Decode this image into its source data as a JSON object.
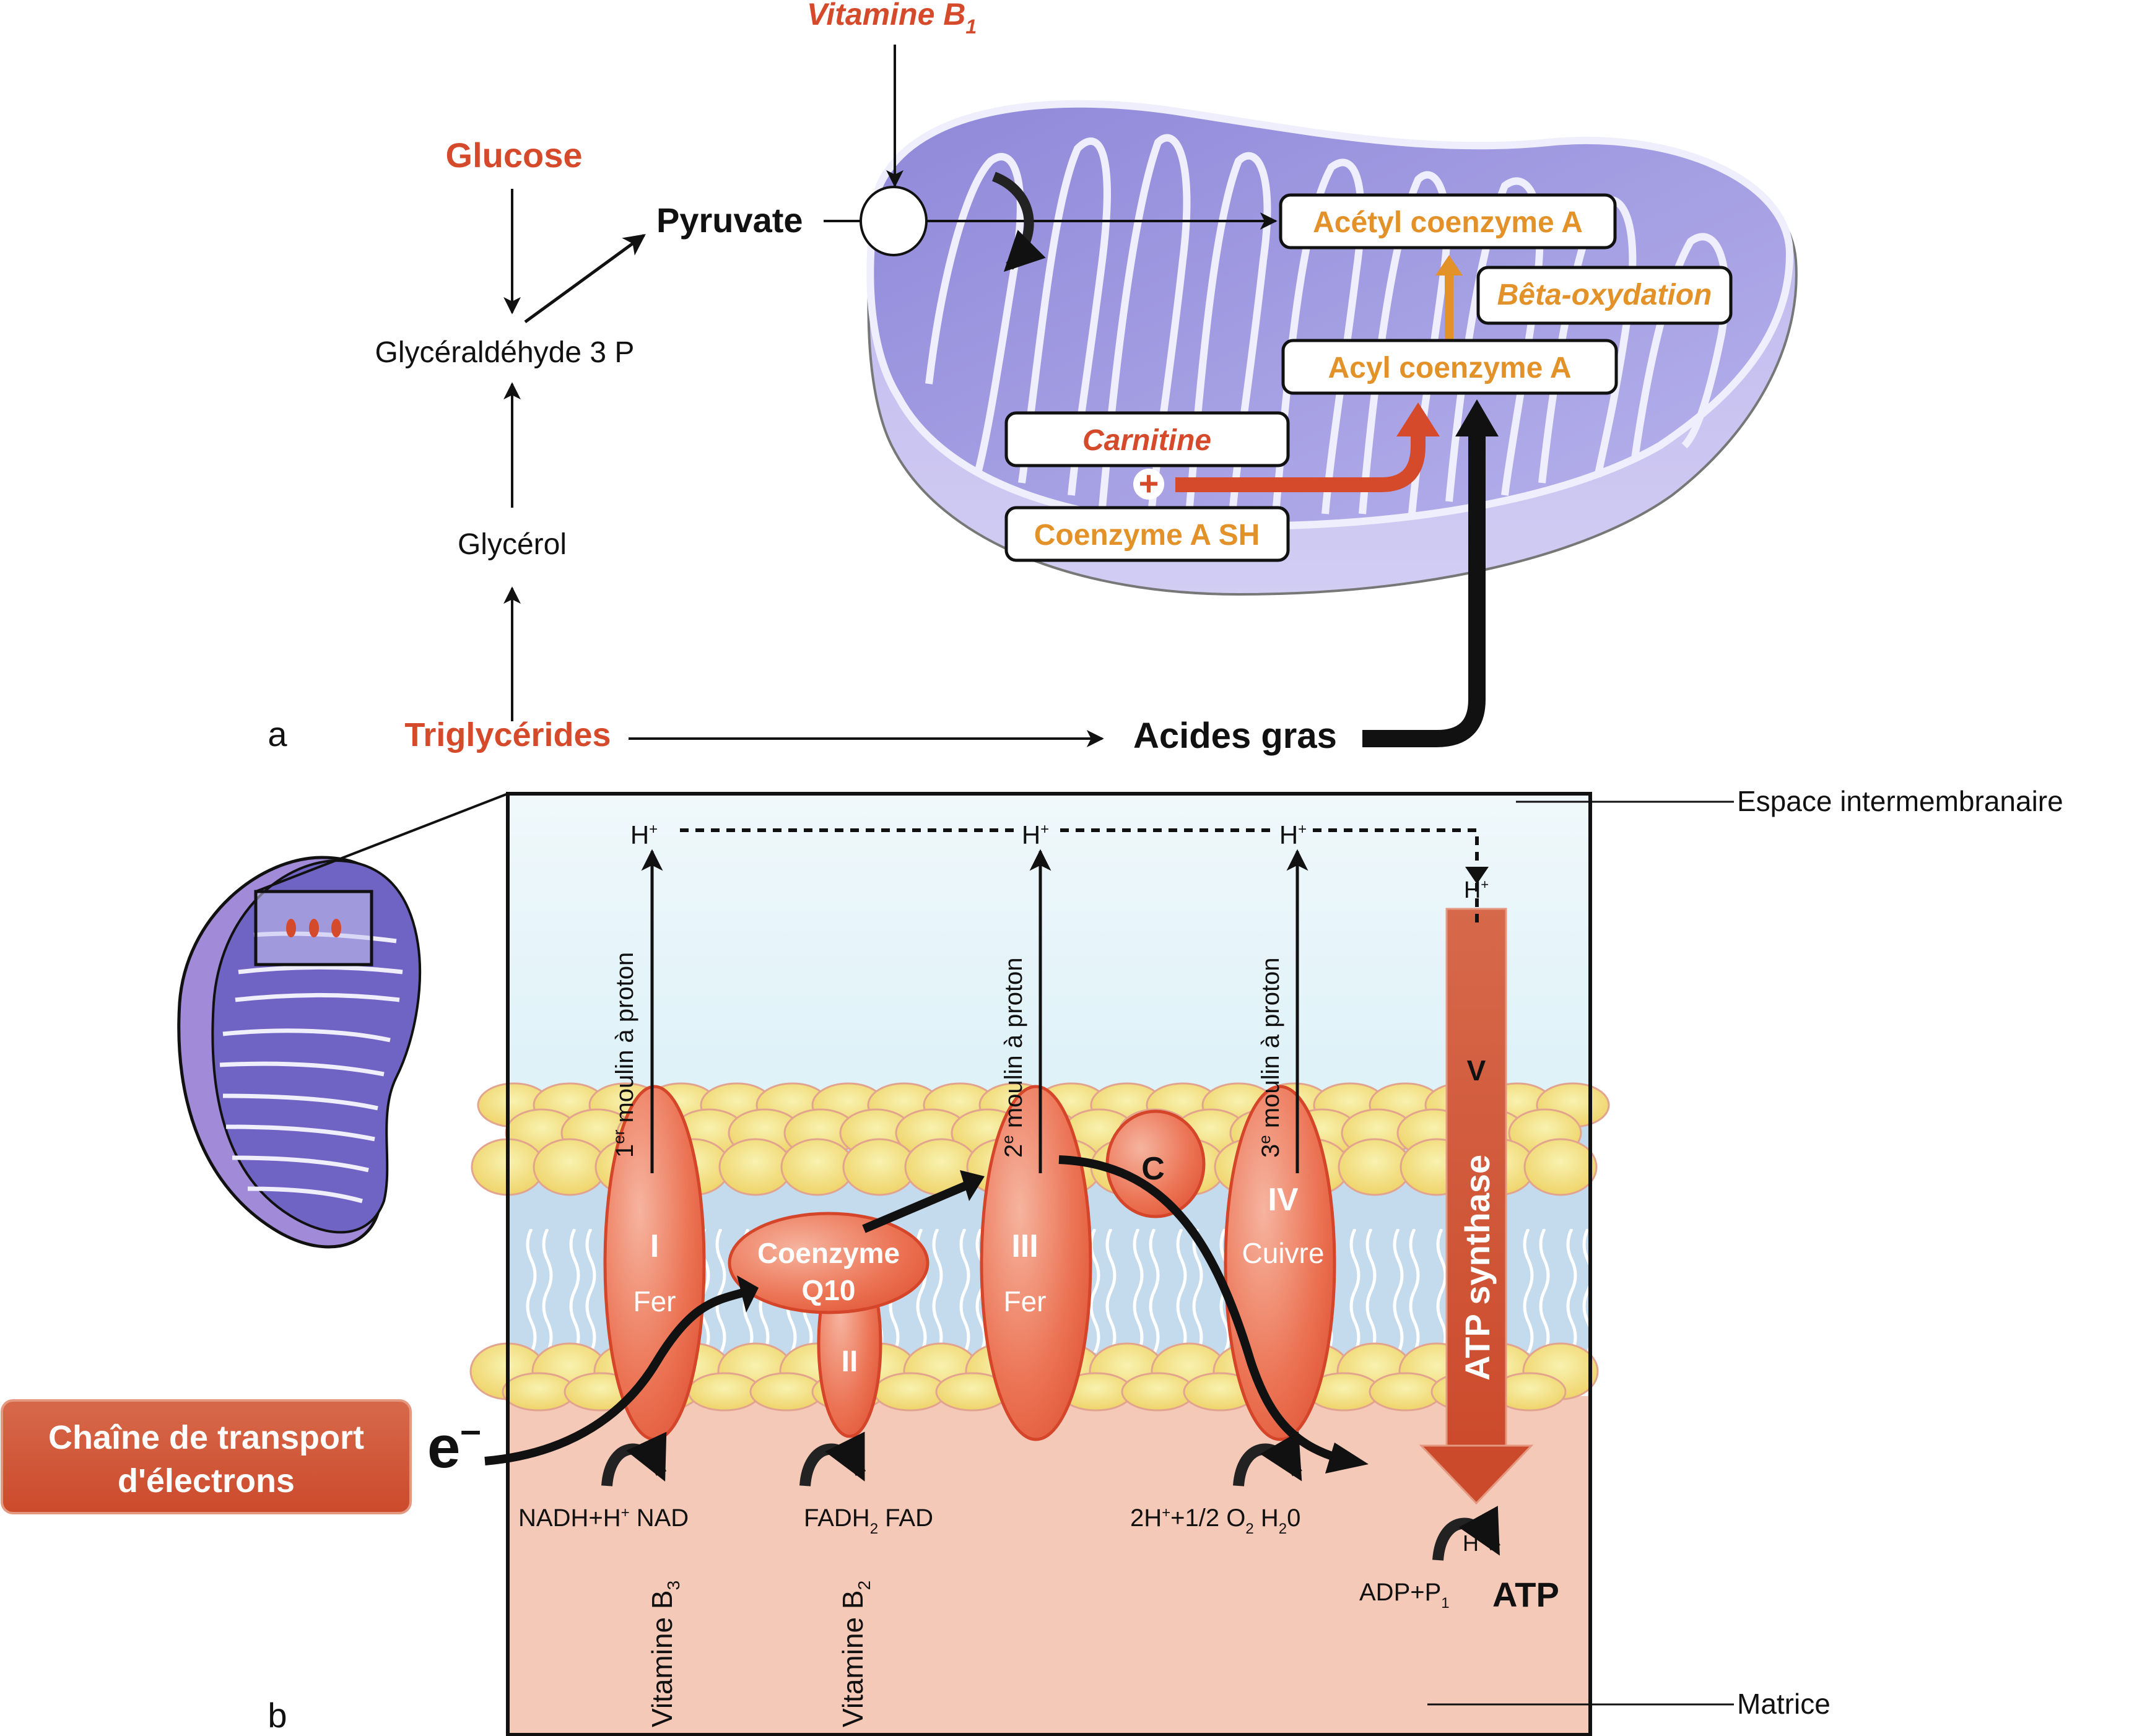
{
  "panel_a": {
    "label": "a",
    "vitamine_b1": "Vitamine B",
    "vitamine_b1_sub": "1",
    "glucose": "Glucose",
    "pyruvate": "Pyruvate",
    "glyceraldehyde": "Glycéraldéhyde 3 P",
    "glycerol": "Glycérol",
    "triglycerides": "Triglycérides",
    "acides_gras": "Acides gras",
    "acetyl_coa": "Acétyl coenzyme A",
    "beta_oxydation": "Bêta-oxydation",
    "acyl_coa": "Acyl coenzyme A",
    "carnitine": "Carnitine",
    "plus": "+",
    "coenzyme_a_sh": "Coenzyme A SH"
  },
  "panel_b": {
    "label": "b",
    "espace_intermembranaire": "Espace intermembranaire",
    "matrice": "Matrice",
    "chaine_line1": "Chaîne de transport",
    "chaine_line2": "d'électrons",
    "electron": "e",
    "electron_sup": "–",
    "h_plus": "H",
    "plus_sup": "+",
    "moulins": [
      {
        "num": "1",
        "sup": "er",
        "text": " moulin à proton"
      },
      {
        "num": "2",
        "sup": "e",
        "text": " moulin à proton"
      },
      {
        "num": "3",
        "sup": "e",
        "text": " moulin à proton"
      }
    ],
    "complexes": [
      {
        "id": "I",
        "metal": "Fer"
      },
      {
        "id": "II",
        "metal": ""
      },
      {
        "id": "III",
        "metal": "Fer"
      },
      {
        "id": "IV",
        "metal": "Cuivre"
      },
      {
        "id": "V",
        "metal": ""
      }
    ],
    "coenzyme_q10_line1": "Coenzyme",
    "coenzyme_q10_line2": "Q10",
    "cytochrome_c": "C",
    "atp_synthase": "ATP synthase",
    "reactions": {
      "nadh": "NADH+H",
      "nad": "NAD",
      "fadh": "FADH",
      "fadh_sub": "2",
      "fad": "FAD",
      "o2_left": "2H",
      "o2_mid": "+1/2 O",
      "o2_sub": "2",
      "h2o_h": "H",
      "h2o_sub": "2",
      "h2o_tail": "0",
      "adp": "ADP+P",
      "adp_sub": "1",
      "atp": "ATP"
    },
    "vitamine_b3": "Vitamine B",
    "vitamine_b3_sub": "3",
    "vitamine_b2": "Vitamine B",
    "vitamine_b2_sub": "2"
  },
  "colors": {
    "red_text": "#d64a2c",
    "orange_text": "#e3922a",
    "mito_purple": "#a9a3e3",
    "complex_red": "#e8664a",
    "intermembrane": "#e4f4f9",
    "matrix": "#f5c9b8",
    "lipid_core": "#c4dbee",
    "lipid_head": "#f2dc78"
  }
}
